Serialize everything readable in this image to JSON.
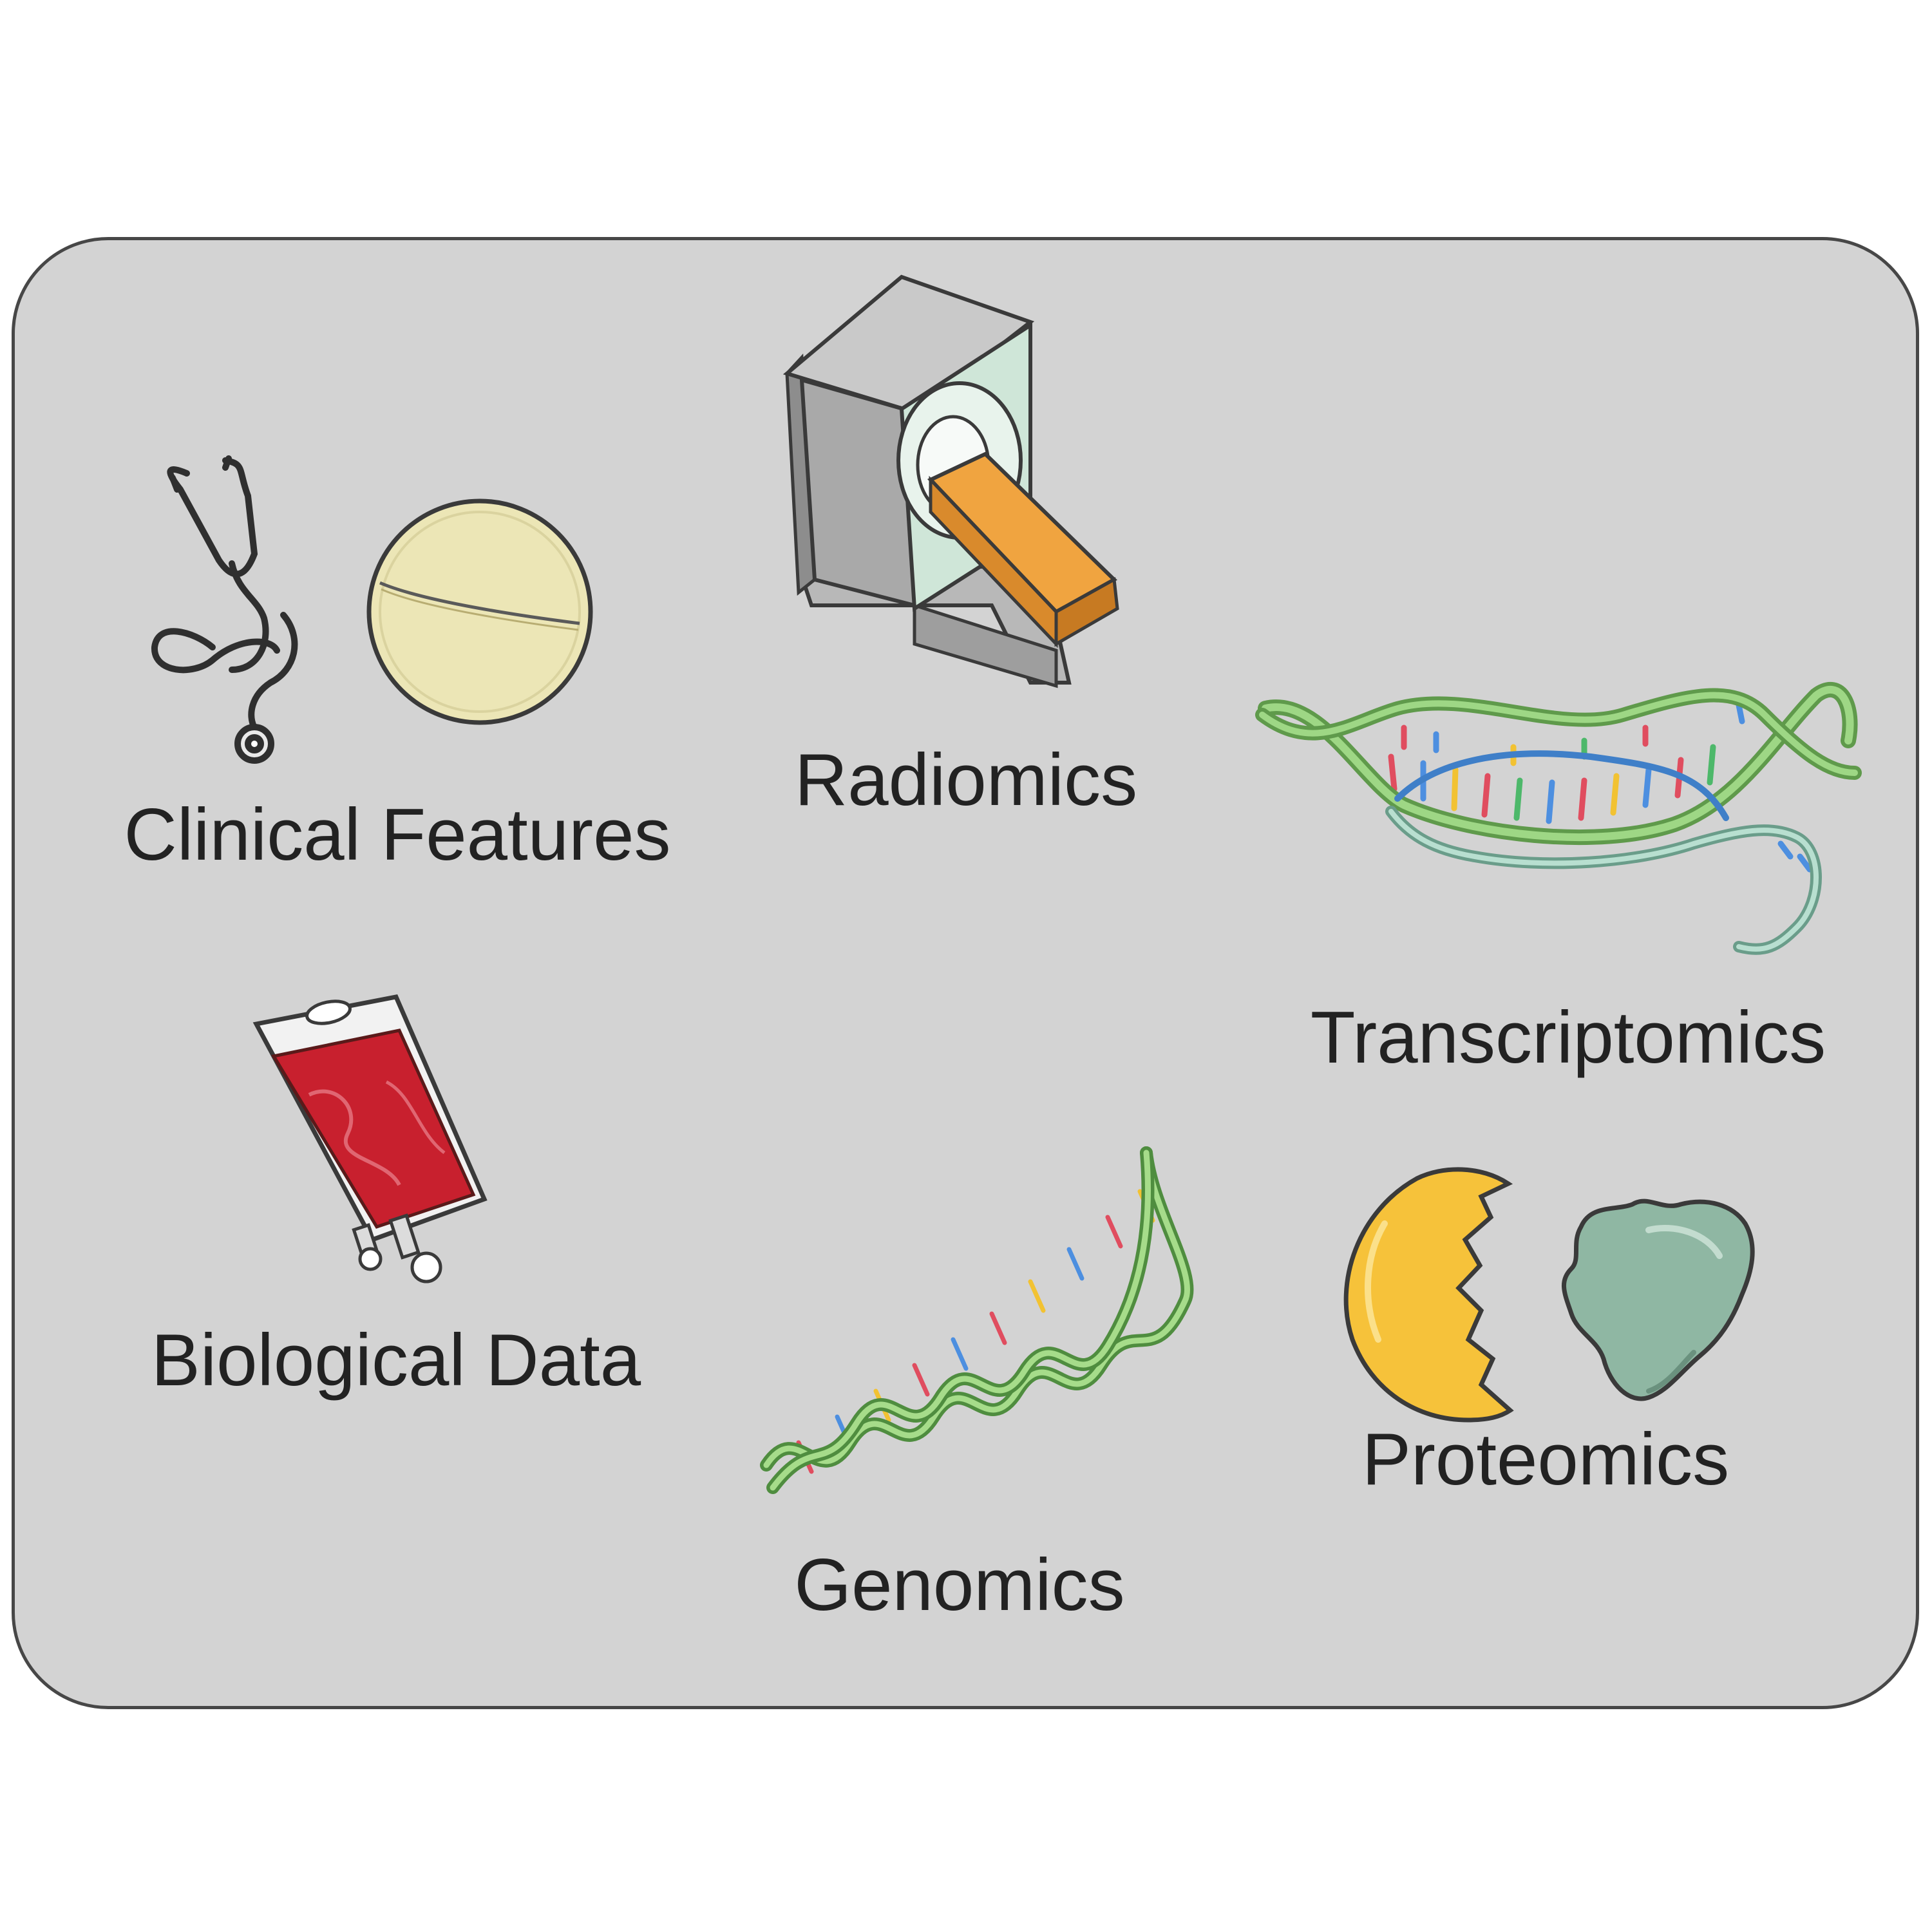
{
  "labels": {
    "clinical": "Clinical Features",
    "radiomics": "Radiomics",
    "transcriptomics": "Transcriptomics",
    "biological": "Biological Data",
    "genomics": "Genomics",
    "proteomics": "Proteomics"
  },
  "icons": {
    "clinical": [
      "stethoscope-icon",
      "pill-icon"
    ],
    "radiomics": [
      "ct-scanner-icon"
    ],
    "transcriptomics": [
      "rna-transcription-icon"
    ],
    "biological": [
      "blood-bag-icon"
    ],
    "genomics": [
      "dna-helix-icon"
    ],
    "proteomics": [
      "enzyme-icon",
      "protein-icon"
    ]
  },
  "colors": {
    "panel_fill": "#d3d3d3",
    "panel_border": "#474747",
    "text": "#222222",
    "pill": "#ece6b6",
    "blood": "#c8202e",
    "scanner_bed": "#eea23e",
    "scanner_ring": "#cfe6d8",
    "dna_strand": "#8fcf7a",
    "enzyme": "#f6c23a",
    "protein": "#8fb7a3"
  }
}
